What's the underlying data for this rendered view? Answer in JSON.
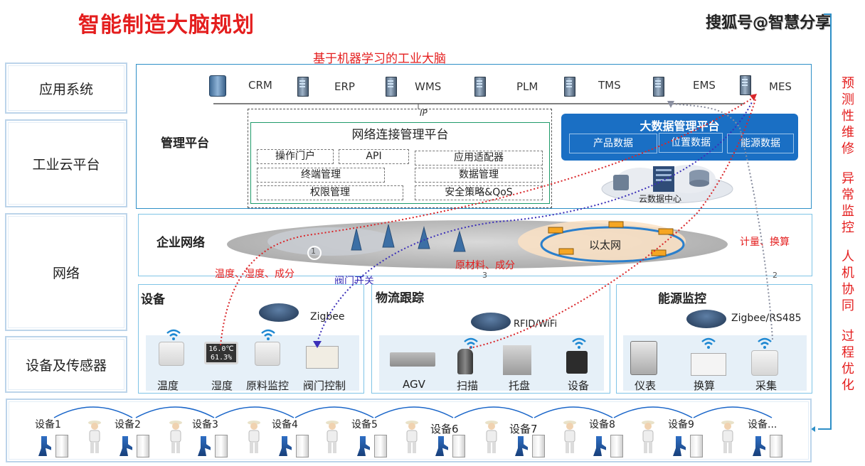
{
  "header": {
    "title": "智能制造大脑规划",
    "watermark": "搜狐号@智慧分享",
    "subtitle": "基于机器学习的工业大脑"
  },
  "layers": [
    "应用系统",
    "工业云平台",
    "网络",
    "设备及传感器"
  ],
  "apps": [
    "CRM",
    "ERP",
    "WMS",
    "PLM",
    "TMS",
    "EMS",
    "MES"
  ],
  "platform": {
    "section_label": "管理平台",
    "ip_label": "IP",
    "net_title": "网络连接管理平台",
    "tags": [
      "操作门户",
      "API",
      "应用适配器",
      "终端管理",
      "数据管理",
      "权限管理",
      "安全策略&QoS"
    ],
    "bigdata_title": "大数据管理平台",
    "bigdata_items": [
      "产品数据",
      "位置数据",
      "能源数据"
    ],
    "cloud_label": "云数据中心"
  },
  "network": {
    "section_label": "企业网络",
    "ethernet_label": "以太网",
    "annotations": {
      "temp_humidity": "温度、湿度、成分",
      "valve": "阀门开关",
      "raw_material": "原材料、成分",
      "metering": "计量、换算"
    },
    "path_numbers": [
      "1",
      "3",
      "2"
    ]
  },
  "right_column": [
    "预",
    "测",
    "性",
    "维",
    "修",
    "异",
    "常",
    "监",
    "控",
    "人",
    "机",
    "协",
    "同",
    "过",
    "程",
    "优",
    "化"
  ],
  "device_panels": [
    {
      "title": "设备",
      "protocol": "Zigbee",
      "items": [
        "温度",
        "湿度",
        "原料监控",
        "阀门控制"
      ],
      "display_reading": "16.0℃ 61.3%"
    },
    {
      "title": "物流跟踪",
      "protocol": "RFID/WiFi",
      "items": [
        "AGV",
        "扫描",
        "托盘",
        "设备"
      ]
    },
    {
      "title": "能源监控",
      "protocol": "Zigbee/RS485",
      "items": [
        "仪表",
        "换算",
        "采集"
      ]
    }
  ],
  "production_line": [
    "设备1",
    "设备2",
    "设备3",
    "设备4",
    "设备5",
    "设备6",
    "设备7",
    "设备8",
    "设备9",
    "设备..."
  ],
  "colors": {
    "title_red": "#e41e1e",
    "panel_blue": "#2e8fc7",
    "bigdata_blue": "#1a6fc4",
    "path_red": "#d9262a",
    "path_blue": "#3b2fb8",
    "path_gray": "#8a8fa0"
  }
}
